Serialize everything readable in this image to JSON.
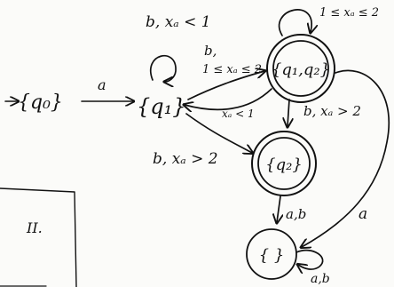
{
  "diagram": {
    "states": [
      {
        "id": "q0",
        "label": "{q₀}",
        "accepting": false
      },
      {
        "id": "q1",
        "label": "{q₁}",
        "accepting": false
      },
      {
        "id": "q12",
        "label": "{q₁,q₂}",
        "accepting": true
      },
      {
        "id": "q2",
        "label": "{q₂}",
        "accepting": true
      },
      {
        "id": "empty",
        "label": "{ }",
        "accepting": false
      }
    ],
    "transitions": {
      "q0_q1": "a",
      "q1_self": "b, xₐ < 1",
      "q1_q12_upper": "b,",
      "q1_q12_upper_guard": "1 ≤ xₐ ≤ 2",
      "q12_q1": "xₐ < 1",
      "q12_self": "1 ≤ xₐ ≤ 2",
      "q12_q2": "b, xₐ > 2",
      "q1_q2": "b,  xₐ > 2",
      "q2_empty": "a,b",
      "q12_empty": "a",
      "empty_self": "a,b"
    },
    "note": "II."
  }
}
